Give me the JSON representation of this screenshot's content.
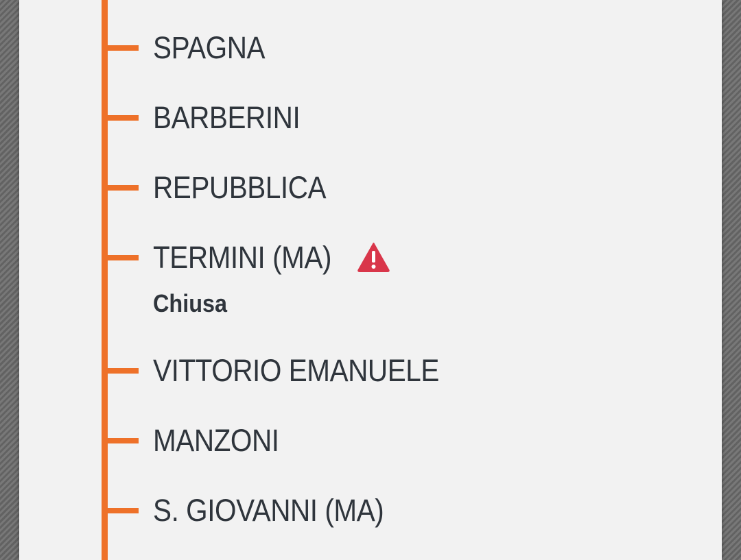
{
  "line": {
    "color": "#ee7129",
    "stations": [
      {
        "name": "SPAGNA"
      },
      {
        "name": "BARBERINI"
      },
      {
        "name": "REPUBBLICA"
      },
      {
        "name": "TERMINI (MA)",
        "icon": "warning-icon",
        "status": "Chiusa",
        "status_color": "#d9364a"
      },
      {
        "name": "VITTORIO EMANUELE"
      },
      {
        "name": "MANZONI"
      },
      {
        "name": "S. GIOVANNI (MA)"
      }
    ]
  }
}
